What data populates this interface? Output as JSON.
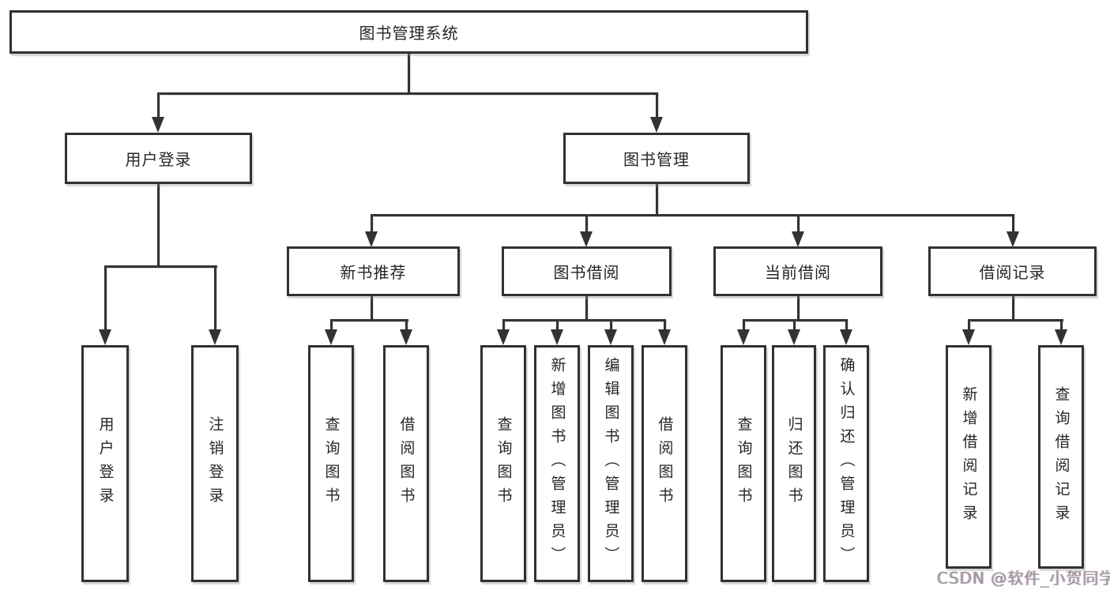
{
  "diagram": {
    "root": {
      "label": "图书管理系统"
    },
    "level2": [
      {
        "label": "用户登录"
      },
      {
        "label": "图书管理"
      }
    ],
    "level3": [
      {
        "label": "新书推荐"
      },
      {
        "label": "图书借阅"
      },
      {
        "label": "当前借阅"
      },
      {
        "label": "借阅记录"
      }
    ],
    "leaves": {
      "user": [
        "用户登录",
        "注销登录"
      ],
      "recommend": [
        "查询图书",
        "借阅图书"
      ],
      "borrow": [
        "查询图书",
        "新增图书（管理员）",
        "编辑图书（管理员）",
        "借阅图书"
      ],
      "current": [
        "查询图书",
        "归还图书",
        "确认归还（管理员）"
      ],
      "records": [
        "新增借阅记录",
        "查询借阅记录"
      ]
    }
  },
  "watermark": {
    "text": "CSDN @软件_小贺同学"
  },
  "colors": {
    "line": "#333333",
    "box_border": "#313131",
    "box_fill": "#ffffff",
    "text": "#262626",
    "watermark": "#9c9c9c",
    "background": "#ffffff"
  }
}
